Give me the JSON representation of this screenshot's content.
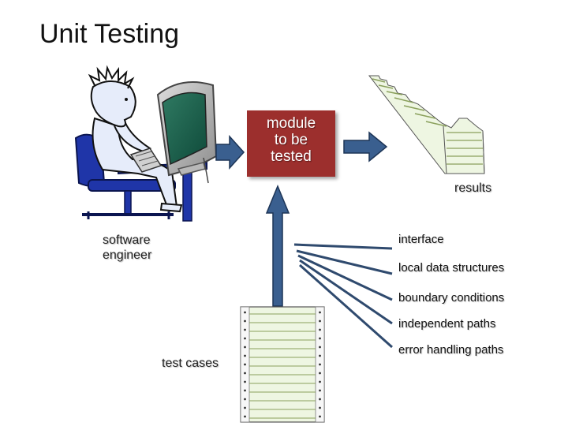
{
  "title": "Unit Testing",
  "module": {
    "lines": [
      "module",
      "to be",
      "tested"
    ]
  },
  "labels": {
    "results": "results",
    "software_engineer": [
      "software",
      "engineer"
    ],
    "test_cases": "test cases"
  },
  "test_aspects": [
    "interface",
    "local data structures",
    "boundary conditions",
    "independent paths",
    "error handling paths"
  ],
  "colors": {
    "module_fill": "#9c2f2d",
    "arrow_fill": "#3a5f8f",
    "connector_line": "#2f4a6e",
    "sheet_fill": "#e6f2d8",
    "sheet_line": "#8aa05c"
  }
}
